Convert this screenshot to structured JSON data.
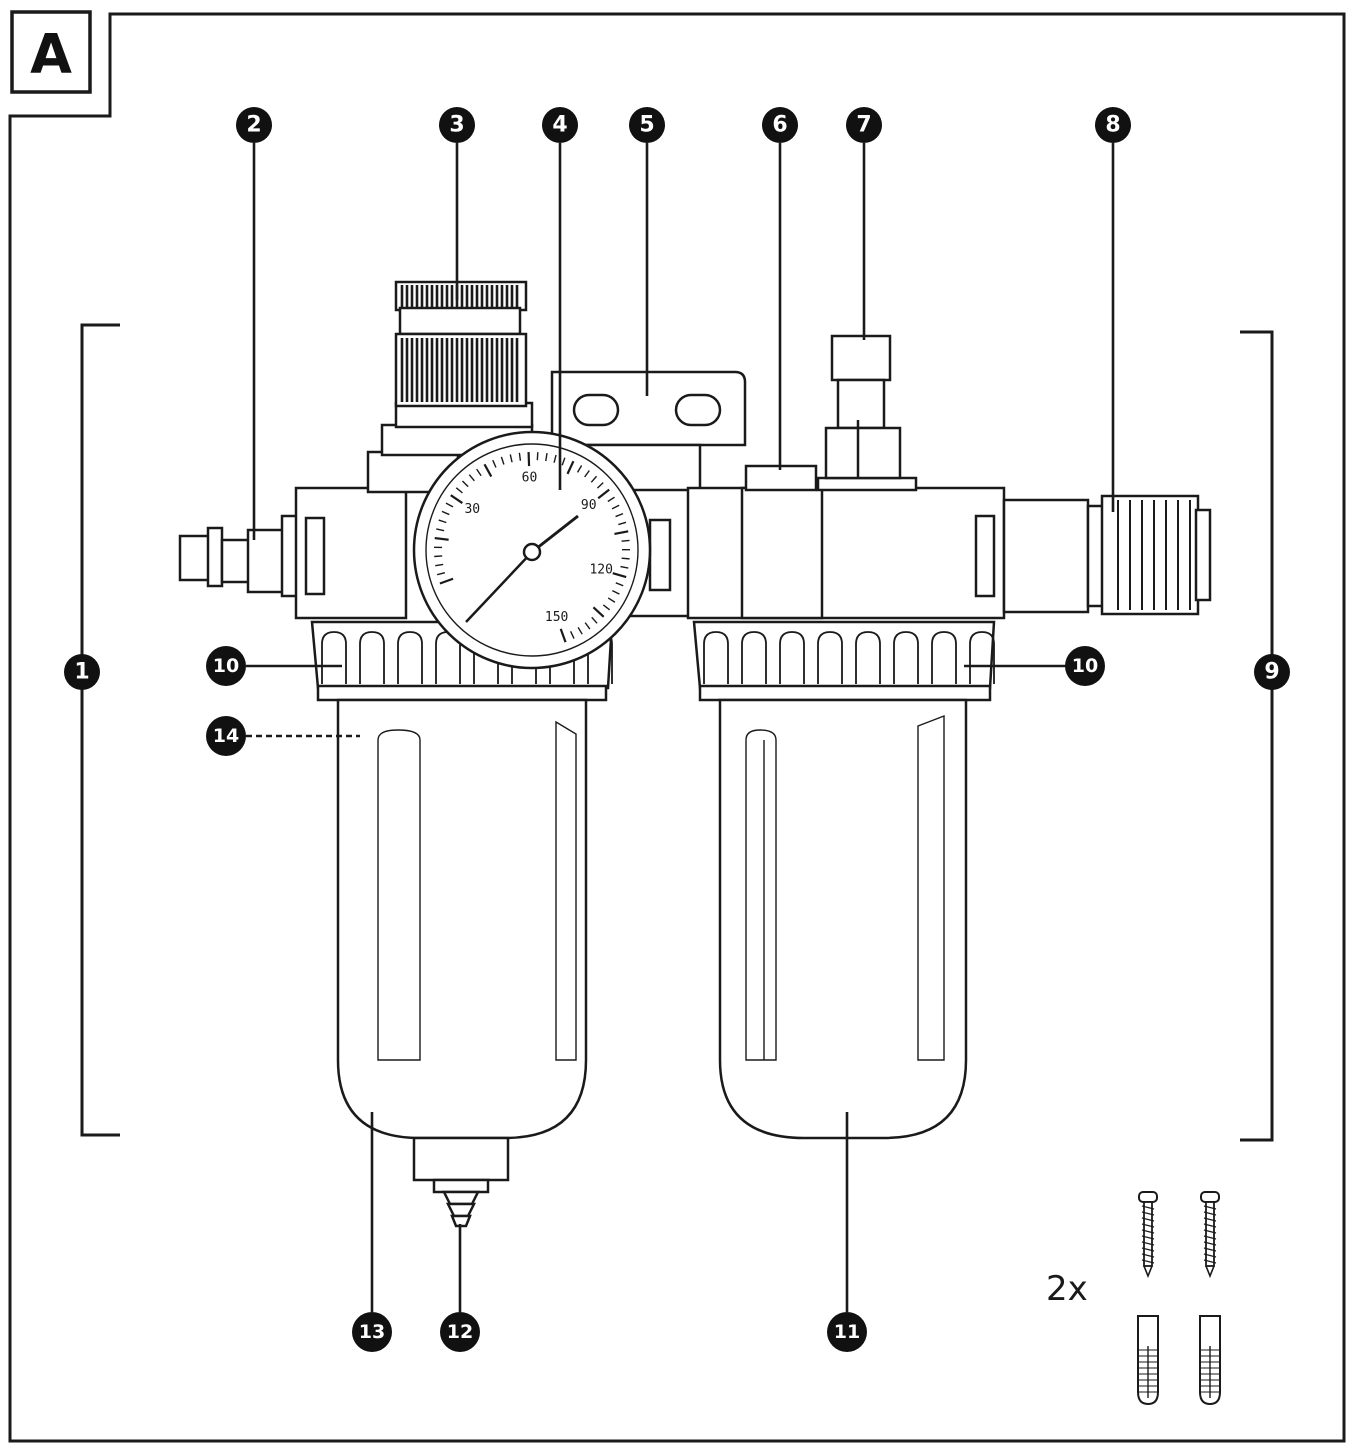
{
  "figure": {
    "label": "A",
    "quantity_label": "2x"
  },
  "callouts": [
    {
      "id": "1",
      "text": "1"
    },
    {
      "id": "2",
      "text": "2"
    },
    {
      "id": "3",
      "text": "3"
    },
    {
      "id": "4",
      "text": "4"
    },
    {
      "id": "5",
      "text": "5"
    },
    {
      "id": "6",
      "text": "6"
    },
    {
      "id": "7",
      "text": "7"
    },
    {
      "id": "8",
      "text": "8"
    },
    {
      "id": "9",
      "text": "9"
    },
    {
      "id": "10a",
      "text": "10"
    },
    {
      "id": "10b",
      "text": "10"
    },
    {
      "id": "11",
      "text": "11"
    },
    {
      "id": "12",
      "text": "12"
    },
    {
      "id": "13",
      "text": "13"
    },
    {
      "id": "14",
      "text": "14"
    }
  ],
  "gauge": {
    "scale_labels": [
      "30",
      "60",
      "90",
      "120",
      "150"
    ],
    "scale_values": [
      30,
      60,
      90,
      120,
      150
    ]
  }
}
